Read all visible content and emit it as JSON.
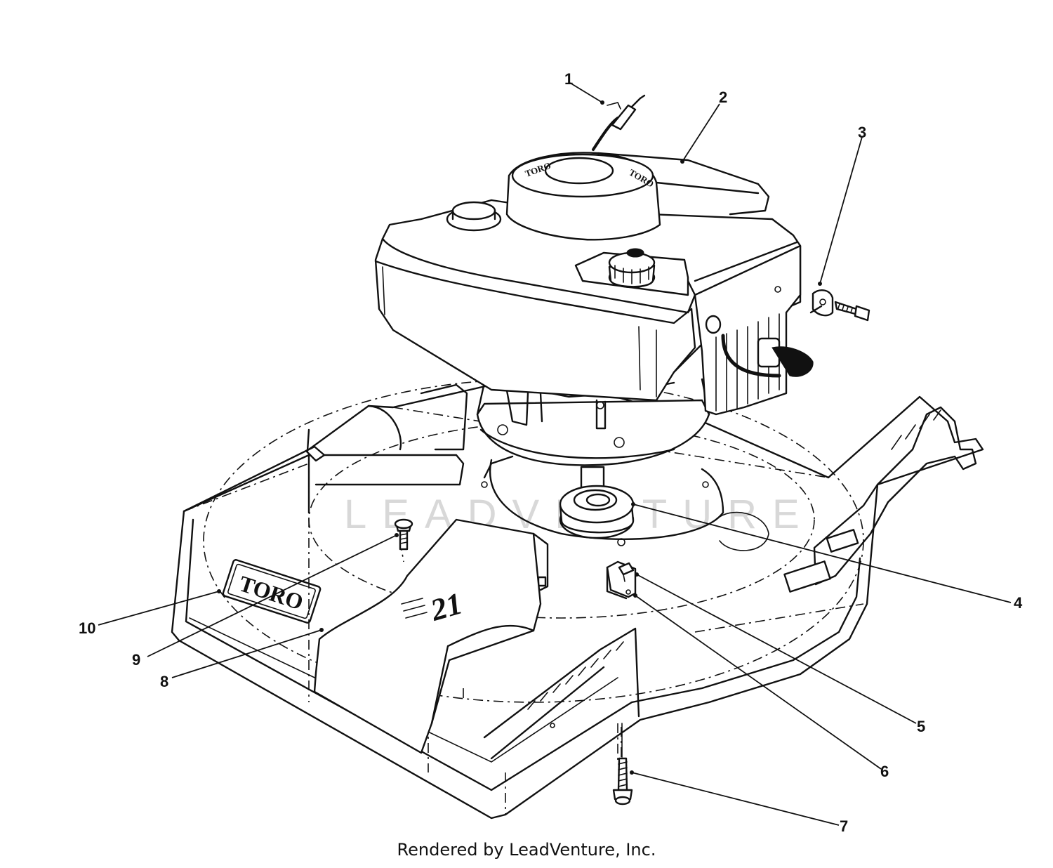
{
  "diagram": {
    "watermark": "LEADVENTURE",
    "hood_label": "TORO",
    "shroud_label": "21",
    "callouts": [
      {
        "id": "1",
        "label": "1"
      },
      {
        "id": "2",
        "label": "2"
      },
      {
        "id": "3",
        "label": "3"
      },
      {
        "id": "4",
        "label": "4"
      },
      {
        "id": "5",
        "label": "5"
      },
      {
        "id": "6",
        "label": "6"
      },
      {
        "id": "7",
        "label": "7"
      },
      {
        "id": "8",
        "label": "8"
      },
      {
        "id": "9",
        "label": "9"
      },
      {
        "id": "10",
        "label": "10"
      }
    ]
  },
  "footer": {
    "credit": "Rendered by LeadVenture, Inc."
  },
  "colors": {
    "ink": "#111111",
    "paper": "#ffffff",
    "watermark": "#d8d8d8"
  }
}
